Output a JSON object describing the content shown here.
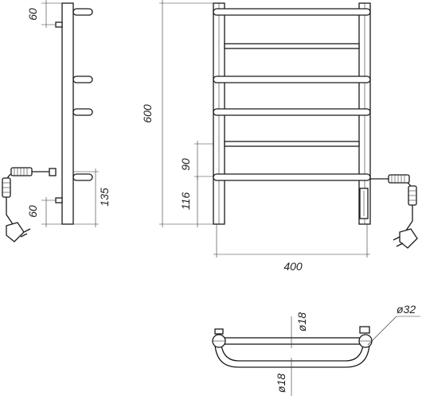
{
  "dimensions": {
    "side_top": "60",
    "side_bottom": "60",
    "side_connection": "135",
    "front_height": "600",
    "front_spacing": "90",
    "front_bottom": "116",
    "front_width": "400",
    "plan_upper_diameter": "ø18",
    "plan_lower_diameter": "ø18",
    "plan_post_diameter": "ø32"
  }
}
